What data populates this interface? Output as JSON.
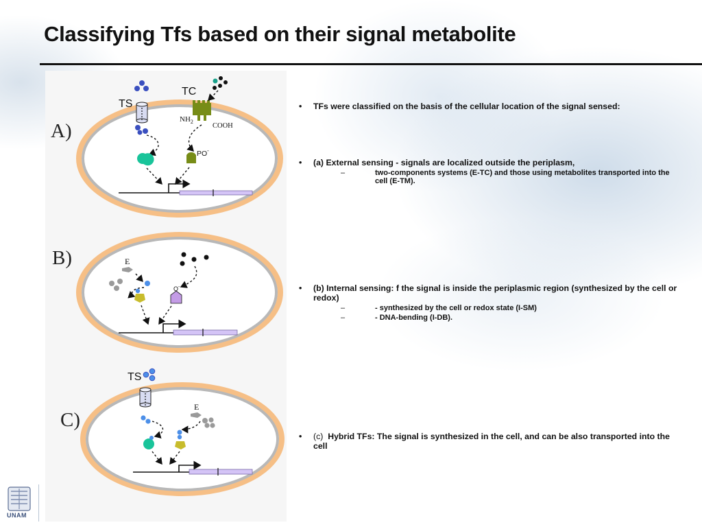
{
  "slide": {
    "title": "Classifying Tfs based on their signal metabolite",
    "logo_label": "UNAM"
  },
  "diagram": {
    "panel_a": {
      "label": "A)",
      "ts": "TS",
      "tc": "TC",
      "nh2": "NH",
      "nh2_sub": "2",
      "cooh": "COOH",
      "po": "PO",
      "po_sup": "-"
    },
    "panel_b": {
      "label": "B)",
      "e": "E",
      "o": "O",
      "o_sup": "-"
    },
    "panel_c": {
      "label": "C)",
      "ts": "TS",
      "e": "E"
    },
    "colors": {
      "membrane_outer": "#f6bf86",
      "membrane_inner": "#b8b8b8",
      "gene": "#d4c4f6",
      "blue": "#3a4fbf",
      "teal": "#19c49a",
      "olive": "#778c17",
      "violet": "#c49ce6",
      "yellow": "#c8bc2c",
      "light_blue": "#4c8fe8",
      "grey": "#9a9a9a"
    }
  },
  "bullets": {
    "b1": "TFs were classified on the basis of the cellular location of the signal sensed:",
    "b2": "(a) External sensing - signals are localized outside the periplasm,",
    "b2_sub1": "two-components systems (E-TC) and those using metabolites transported into the cell (E-TM).",
    "b3": "(b) Internal sensing: f the signal is inside the periplasmic region (synthesized by the cell or redox)",
    "b3_sub1": "- synthesized by the cell or redox state (I-SM)",
    "b3_sub2": "- DNA-bending (I-DB).",
    "b4_prefix": "(c)",
    "b4": "Hybrid TFs: The signal is synthesized in the cell, and can be also transported into the cell",
    "bullet_char": "•",
    "dash_char": "–"
  }
}
